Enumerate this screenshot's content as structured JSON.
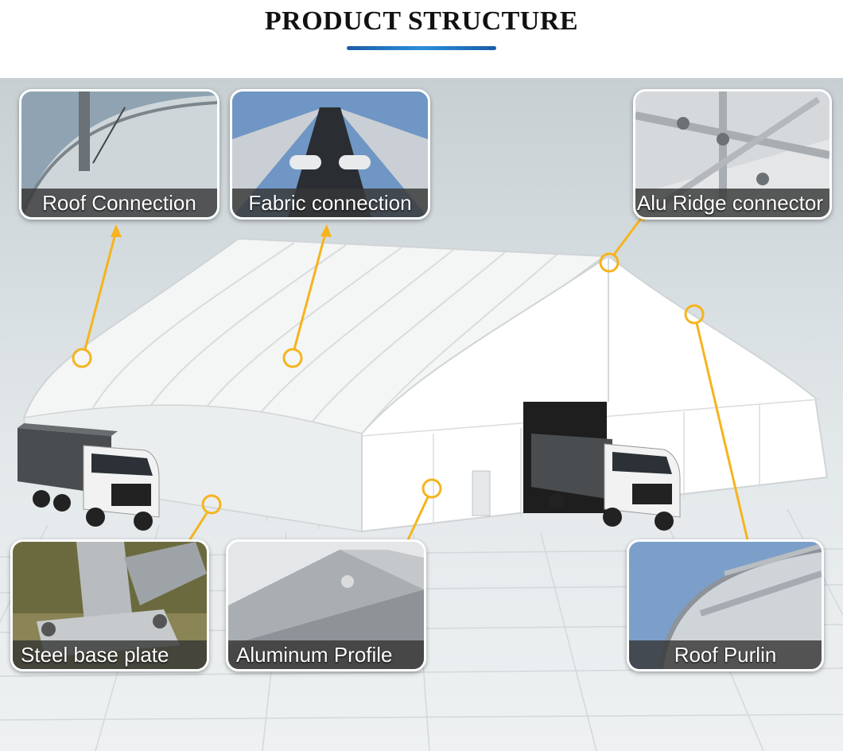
{
  "header": {
    "title": "PRODUCT STRUCTURE"
  },
  "callouts": {
    "roof_connection": "Roof Connection",
    "fabric_connection": "Fabric connection",
    "alu_ridge_connector": "Alu Ridge connector",
    "steel_base_plate": "Steel base plate",
    "aluminum_profile": "Aluminum Profile",
    "roof_purlin": "Roof Purlin"
  },
  "colors": {
    "accent_line": "#1e6fc0",
    "pointer": "#f5b41e",
    "caption_bg": "#3a3a3a"
  }
}
